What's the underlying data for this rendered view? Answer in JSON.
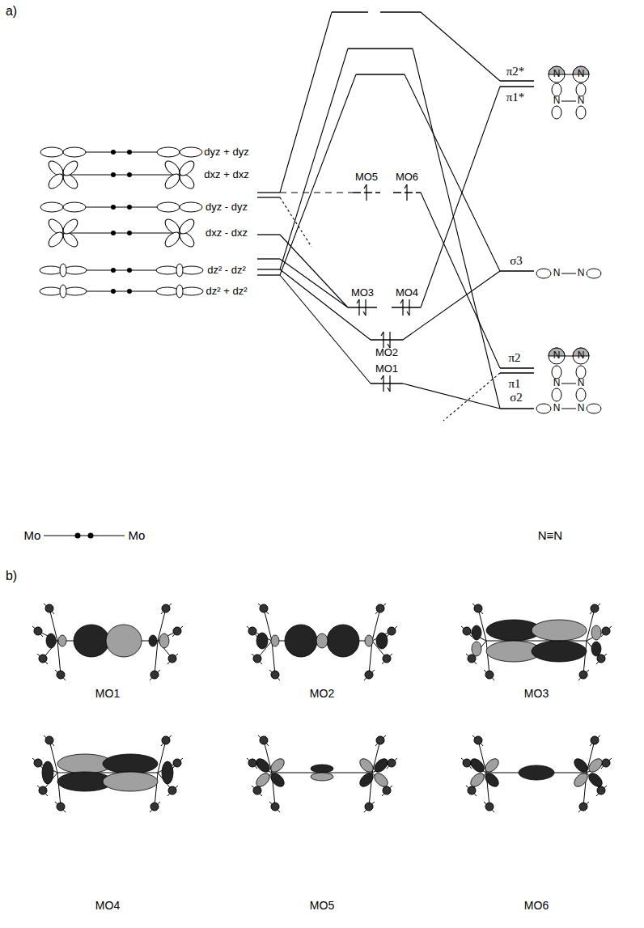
{
  "diagram": {
    "labels": [
      "a)",
      "dyz + dyz",
      "dxz + dxz",
      "dyz - dyz",
      "dxz - dxz",
      "dz² - dz²",
      "dz² + dz²",
      "MO5",
      "MO6",
      "MO3",
      "MO4",
      "MO2",
      "MO1",
      "π2*",
      "π1*",
      "σ3",
      "π2",
      "π1",
      "σ2",
      "N",
      "N",
      "N",
      "N",
      "N",
      "N",
      "N",
      "N",
      "N",
      "N",
      "N",
      "N",
      "Mo",
      "Mo",
      "N≡N",
      "b)",
      "MO1",
      "MO2",
      "MO3",
      "MO4",
      "MO5",
      "MO6"
    ]
  }
}
